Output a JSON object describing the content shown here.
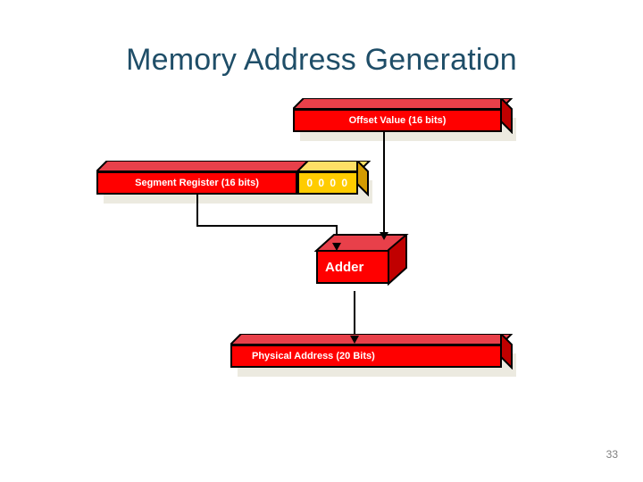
{
  "slide": {
    "title": "Memory Address Generation",
    "page_number": "33",
    "background_color": "#FFFFFF",
    "title_color": "#1F4E68"
  },
  "palette": {
    "box_front_red": "#FF0000",
    "box_side_red": "#C00000",
    "box_top_red": "#E8404A",
    "box_front_gold": "#FFCC00",
    "box_side_gold": "#D49B00",
    "box_top_gold": "#FFE066",
    "outline": "#000000",
    "box_text": "#FFFFFF",
    "drop_shadow": "#ECEAE0",
    "page_number_color": "#808080"
  },
  "diagram": {
    "blocks": [
      {
        "id": "offset-value",
        "label": "Offset Value (16 bits)",
        "color": "#FF0000"
      },
      {
        "id": "segment-register",
        "label": "Segment Register (16 bits)",
        "color": "#FF0000"
      },
      {
        "id": "zero-nibble",
        "label": "0 0 0 0",
        "color": "#FFCC00"
      },
      {
        "id": "adder",
        "label": "Adder",
        "color": "#FF0000"
      },
      {
        "id": "physical-address",
        "label": "Physical Address (20 Bits)",
        "color": "#FF0000"
      }
    ],
    "connectors": [
      {
        "id": "segment-to-adder",
        "from": "segment-register",
        "to": "adder",
        "arrow": "down"
      },
      {
        "id": "offset-to-adder",
        "from": "offset-value",
        "to": "adder",
        "arrow": "down"
      },
      {
        "id": "adder-to-physical-address",
        "from": "adder",
        "to": "physical-address",
        "arrow": "down"
      }
    ]
  }
}
